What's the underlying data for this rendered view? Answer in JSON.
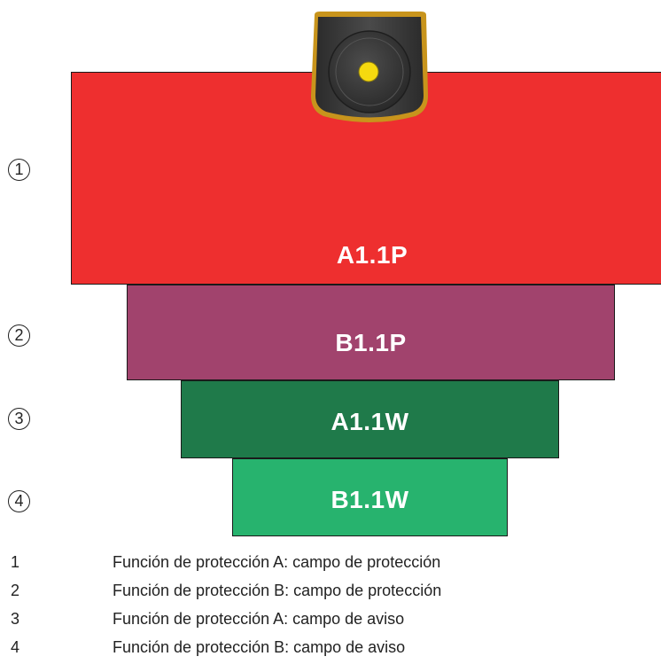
{
  "fields": [
    {
      "marker": "1",
      "label": "A1.1P",
      "color": "#ee2f2f"
    },
    {
      "marker": "2",
      "label": "B1.1P",
      "color": "#a1436d"
    },
    {
      "marker": "3",
      "label": "A1.1W",
      "color": "#1f7a4a"
    },
    {
      "marker": "4",
      "label": "B1.1W",
      "color": "#27b36e"
    }
  ],
  "scanner": {
    "icon": "safety-laser-scanner-icon",
    "indicator_color": "#f5d90f"
  },
  "legend": [
    {
      "number": "1",
      "text": "Función de protección A: campo de protección"
    },
    {
      "number": "2",
      "text": "Función de protección B: campo de protección"
    },
    {
      "number": "3",
      "text": "Función de protección A: campo de aviso"
    },
    {
      "number": "4",
      "text": "Función de protección B: campo de aviso"
    }
  ]
}
